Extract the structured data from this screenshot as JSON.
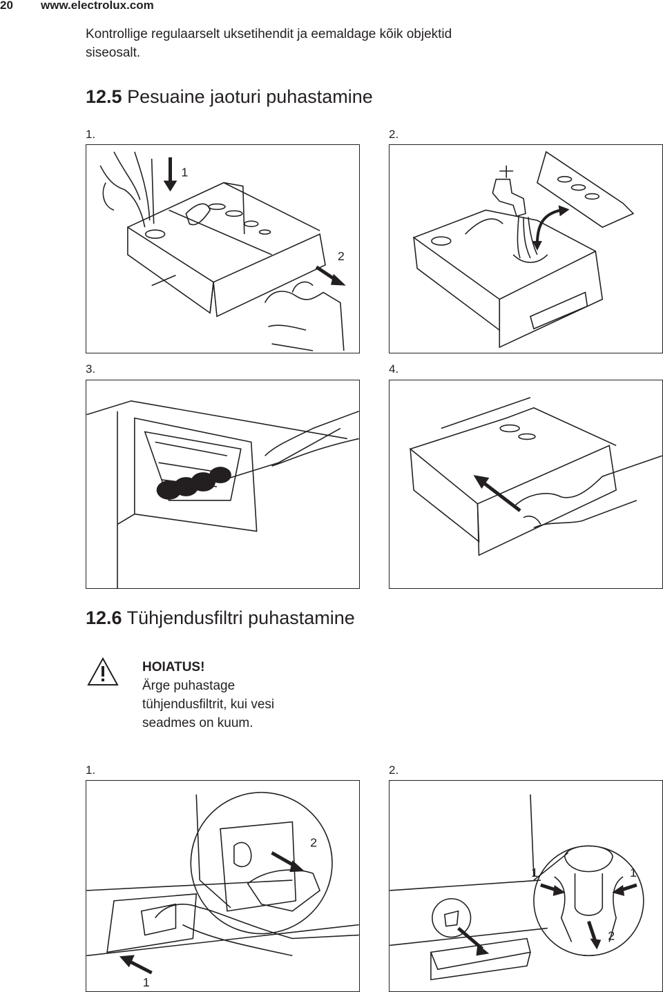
{
  "header": {
    "page_number": "20",
    "website": "www.electrolux.com"
  },
  "intro_text": "Kontrollige regulaarselt uksetihendit ja eemaldage kõik objektid siseosalt.",
  "section_12_5": {
    "number": "12.5",
    "title": "Pesuaine jaoturi puhastamine",
    "steps": [
      "1.",
      "2.",
      "3.",
      "4."
    ],
    "callouts": [
      "1",
      "2"
    ]
  },
  "section_12_6": {
    "number": "12.6",
    "title": "Tühjendusfiltri puhastamine",
    "warning_title": "HOIATUS!",
    "warning_lines": [
      "Ärge puhastage",
      "tühjendusfiltrit, kui vesi",
      "seadmes on kuum."
    ],
    "steps": [
      "1.",
      "2."
    ],
    "callouts": [
      "1",
      "2"
    ]
  }
}
